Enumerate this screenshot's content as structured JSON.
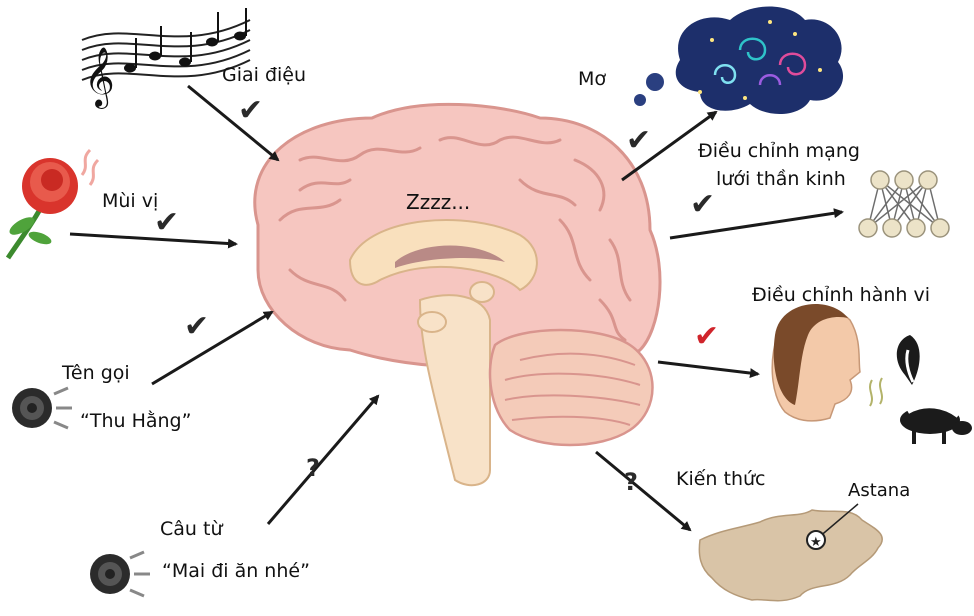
{
  "center": {
    "sleep_text": "Zzzz..."
  },
  "inputs": {
    "melody": "Giai điệu",
    "smell": "Mùi vị",
    "name_label": "Tên gọi",
    "name_quote": "“Thu Hằng”",
    "sentence_label": "Câu từ",
    "sentence_quote": "“Mai đi ăn nhé”"
  },
  "outputs": {
    "dream": "Mơ",
    "network_line1": "Điều chỉnh mạng",
    "network_line2": "lưới thần kinh",
    "behavior": "Điều chỉnh hành vi",
    "knowledge": "Kiến thức",
    "map_city": "Astana"
  },
  "marks": {
    "check": "✔",
    "question": "?"
  },
  "colors": {
    "brain": "#f6c6c0",
    "brain_stroke": "#d9958e",
    "cerebellum": "#f4cbb9",
    "stem": "#f8e2c8",
    "arrow": "#1a1a1a",
    "red_check": "#d0242b",
    "dream_cloud": "#1d2f6b",
    "map_land": "#d9c4a7"
  }
}
